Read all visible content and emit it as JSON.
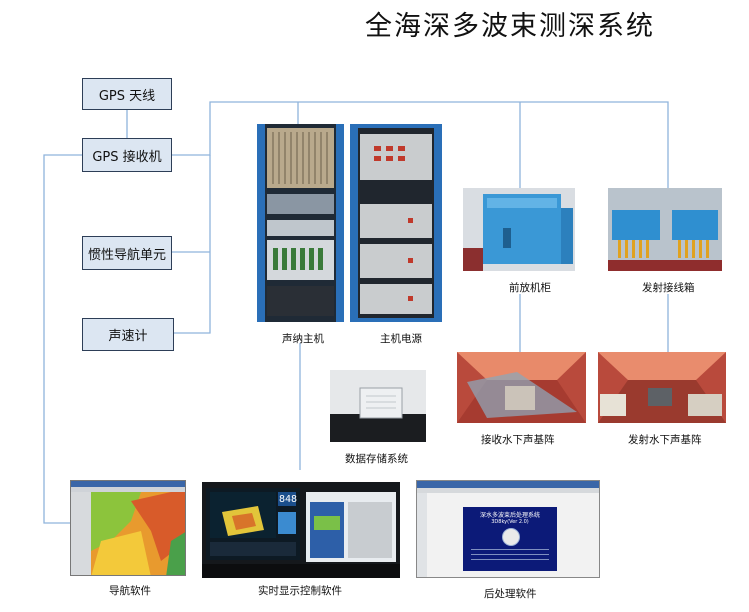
{
  "title": "全海深多波束测深系统",
  "left_boxes": {
    "gps_antenna": "GPS 天线",
    "gps_receiver": "GPS 接收机",
    "ins_unit": "惯性导航单元",
    "svp": "声速计"
  },
  "captions": {
    "sonar_host": "声纳主机",
    "host_power": "主机电源",
    "preamp_cabinet": "前放机柜",
    "tx_junction_box": "发射接线箱",
    "rx_array": "接收水下声基阵",
    "tx_array": "发射水下声基阵",
    "data_storage": "数据存储系统",
    "nav_software": "导航软件",
    "realtime_software": "实时显示控制软件",
    "postproc_software": "后处理软件"
  },
  "screens": {
    "realtime_readout": "848",
    "postproc_title": "深水多波束后处理系统",
    "postproc_version": "3D8ky(Ver 2.0)"
  },
  "colors": {
    "line": "#8fb4dc",
    "box_fill": "#dce6f2",
    "box_border": "#2d3e57",
    "rack_blue": "#2a6fb8",
    "screen_navy": "#0c1a78"
  }
}
